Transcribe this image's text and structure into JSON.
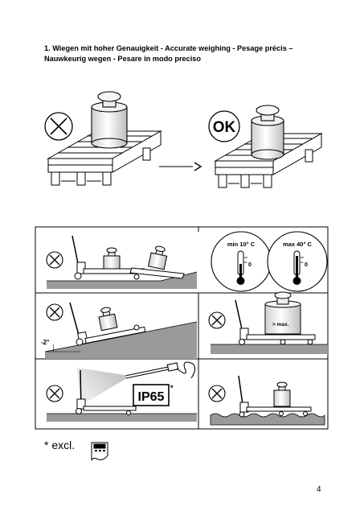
{
  "heading": {
    "line1": "1. Wiegen mit hoher Genauigkeit - Accurate weighing - Pesage précis –",
    "line2": "Nauwkeurig wegen - Pesare in modo preciso"
  },
  "top_figure": {
    "wrong_symbol": "cross-icon",
    "ok_label": "OK",
    "arrow": "right-arrow"
  },
  "panels": {
    "slope_label": "-2°",
    "thermo_min": "min 10° C",
    "thermo_max": "max 40° C",
    "thermo_zero": "0",
    "max_label": "> max.",
    "ip_label": "IP65",
    "ip_asterisk": "*"
  },
  "footnote": {
    "text": "* excl.",
    "icon": "scale-indicator-icon"
  },
  "page_number": "4",
  "colors": {
    "ink": "#000000",
    "ground": "#9a9a9a",
    "weight_fill": "#eeeeee"
  }
}
